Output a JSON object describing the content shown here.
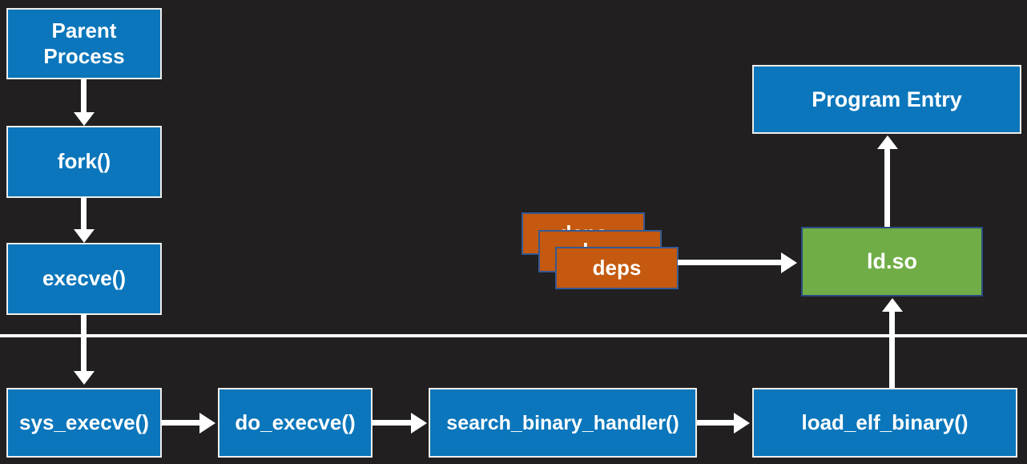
{
  "colors": {
    "background": "#211f1f",
    "box_blue_fill": "#0b76bb",
    "box_blue_border": "#efeeea",
    "box_orange_fill": "#c4590f",
    "box_orange_border": "#355a94",
    "box_green_fill": "#70ad47",
    "box_green_border": "#2b4c83",
    "arrow": "#ffffff",
    "text": "#ffffff",
    "divider": "#ffffff"
  },
  "nodes": {
    "parent_process": {
      "label": "Parent Process"
    },
    "fork": {
      "label": "fork()"
    },
    "execve": {
      "label": "execve()"
    },
    "sys_execve": {
      "label": "sys_execve()"
    },
    "do_execve": {
      "label": "do_execve()"
    },
    "search_binary_handler": {
      "label": "search_binary_handler()"
    },
    "load_elf_binary": {
      "label": "load_elf_binary()"
    },
    "program_entry": {
      "label": "Program Entry"
    },
    "ld_so": {
      "label": "ld.so"
    },
    "deps": {
      "label": "deps",
      "stack_count": 3
    }
  },
  "edges": [
    {
      "from": "parent_process",
      "to": "fork"
    },
    {
      "from": "fork",
      "to": "execve"
    },
    {
      "from": "execve",
      "to": "sys_execve"
    },
    {
      "from": "sys_execve",
      "to": "do_execve"
    },
    {
      "from": "do_execve",
      "to": "search_binary_handler"
    },
    {
      "from": "search_binary_handler",
      "to": "load_elf_binary"
    },
    {
      "from": "load_elf_binary",
      "to": "ld_so"
    },
    {
      "from": "deps",
      "to": "ld_so"
    },
    {
      "from": "ld_so",
      "to": "program_entry"
    }
  ]
}
